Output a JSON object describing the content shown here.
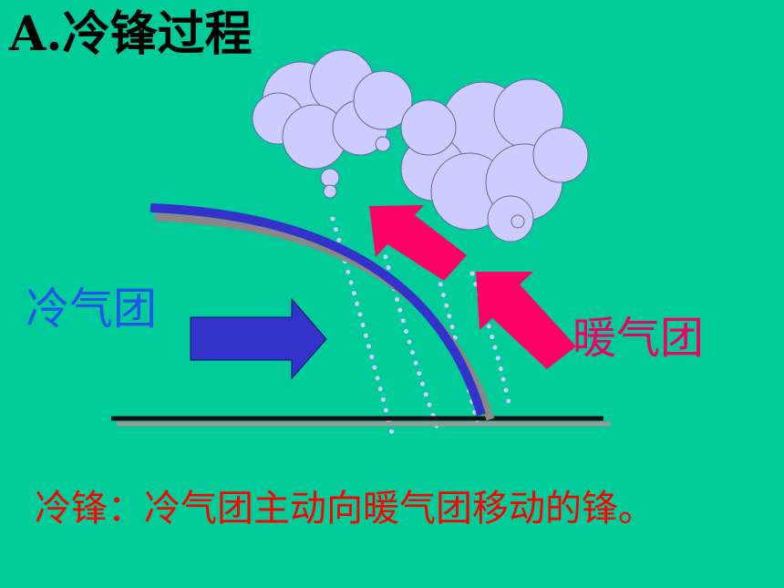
{
  "title": "A.冷锋过程",
  "labels": {
    "cold_air_mass": "冷气团",
    "warm_air_mass": "暖气团"
  },
  "caption": "冷锋：冷气团主动向暖气团移动的锋。",
  "colors": {
    "background": "#00cc99",
    "front_line": "#3333cc",
    "cold_arrow": "#3333cc",
    "warm_arrow": "#ff0066",
    "cloud": "#ccccff",
    "rain": "#ccccff",
    "caption": "#ff0000"
  }
}
